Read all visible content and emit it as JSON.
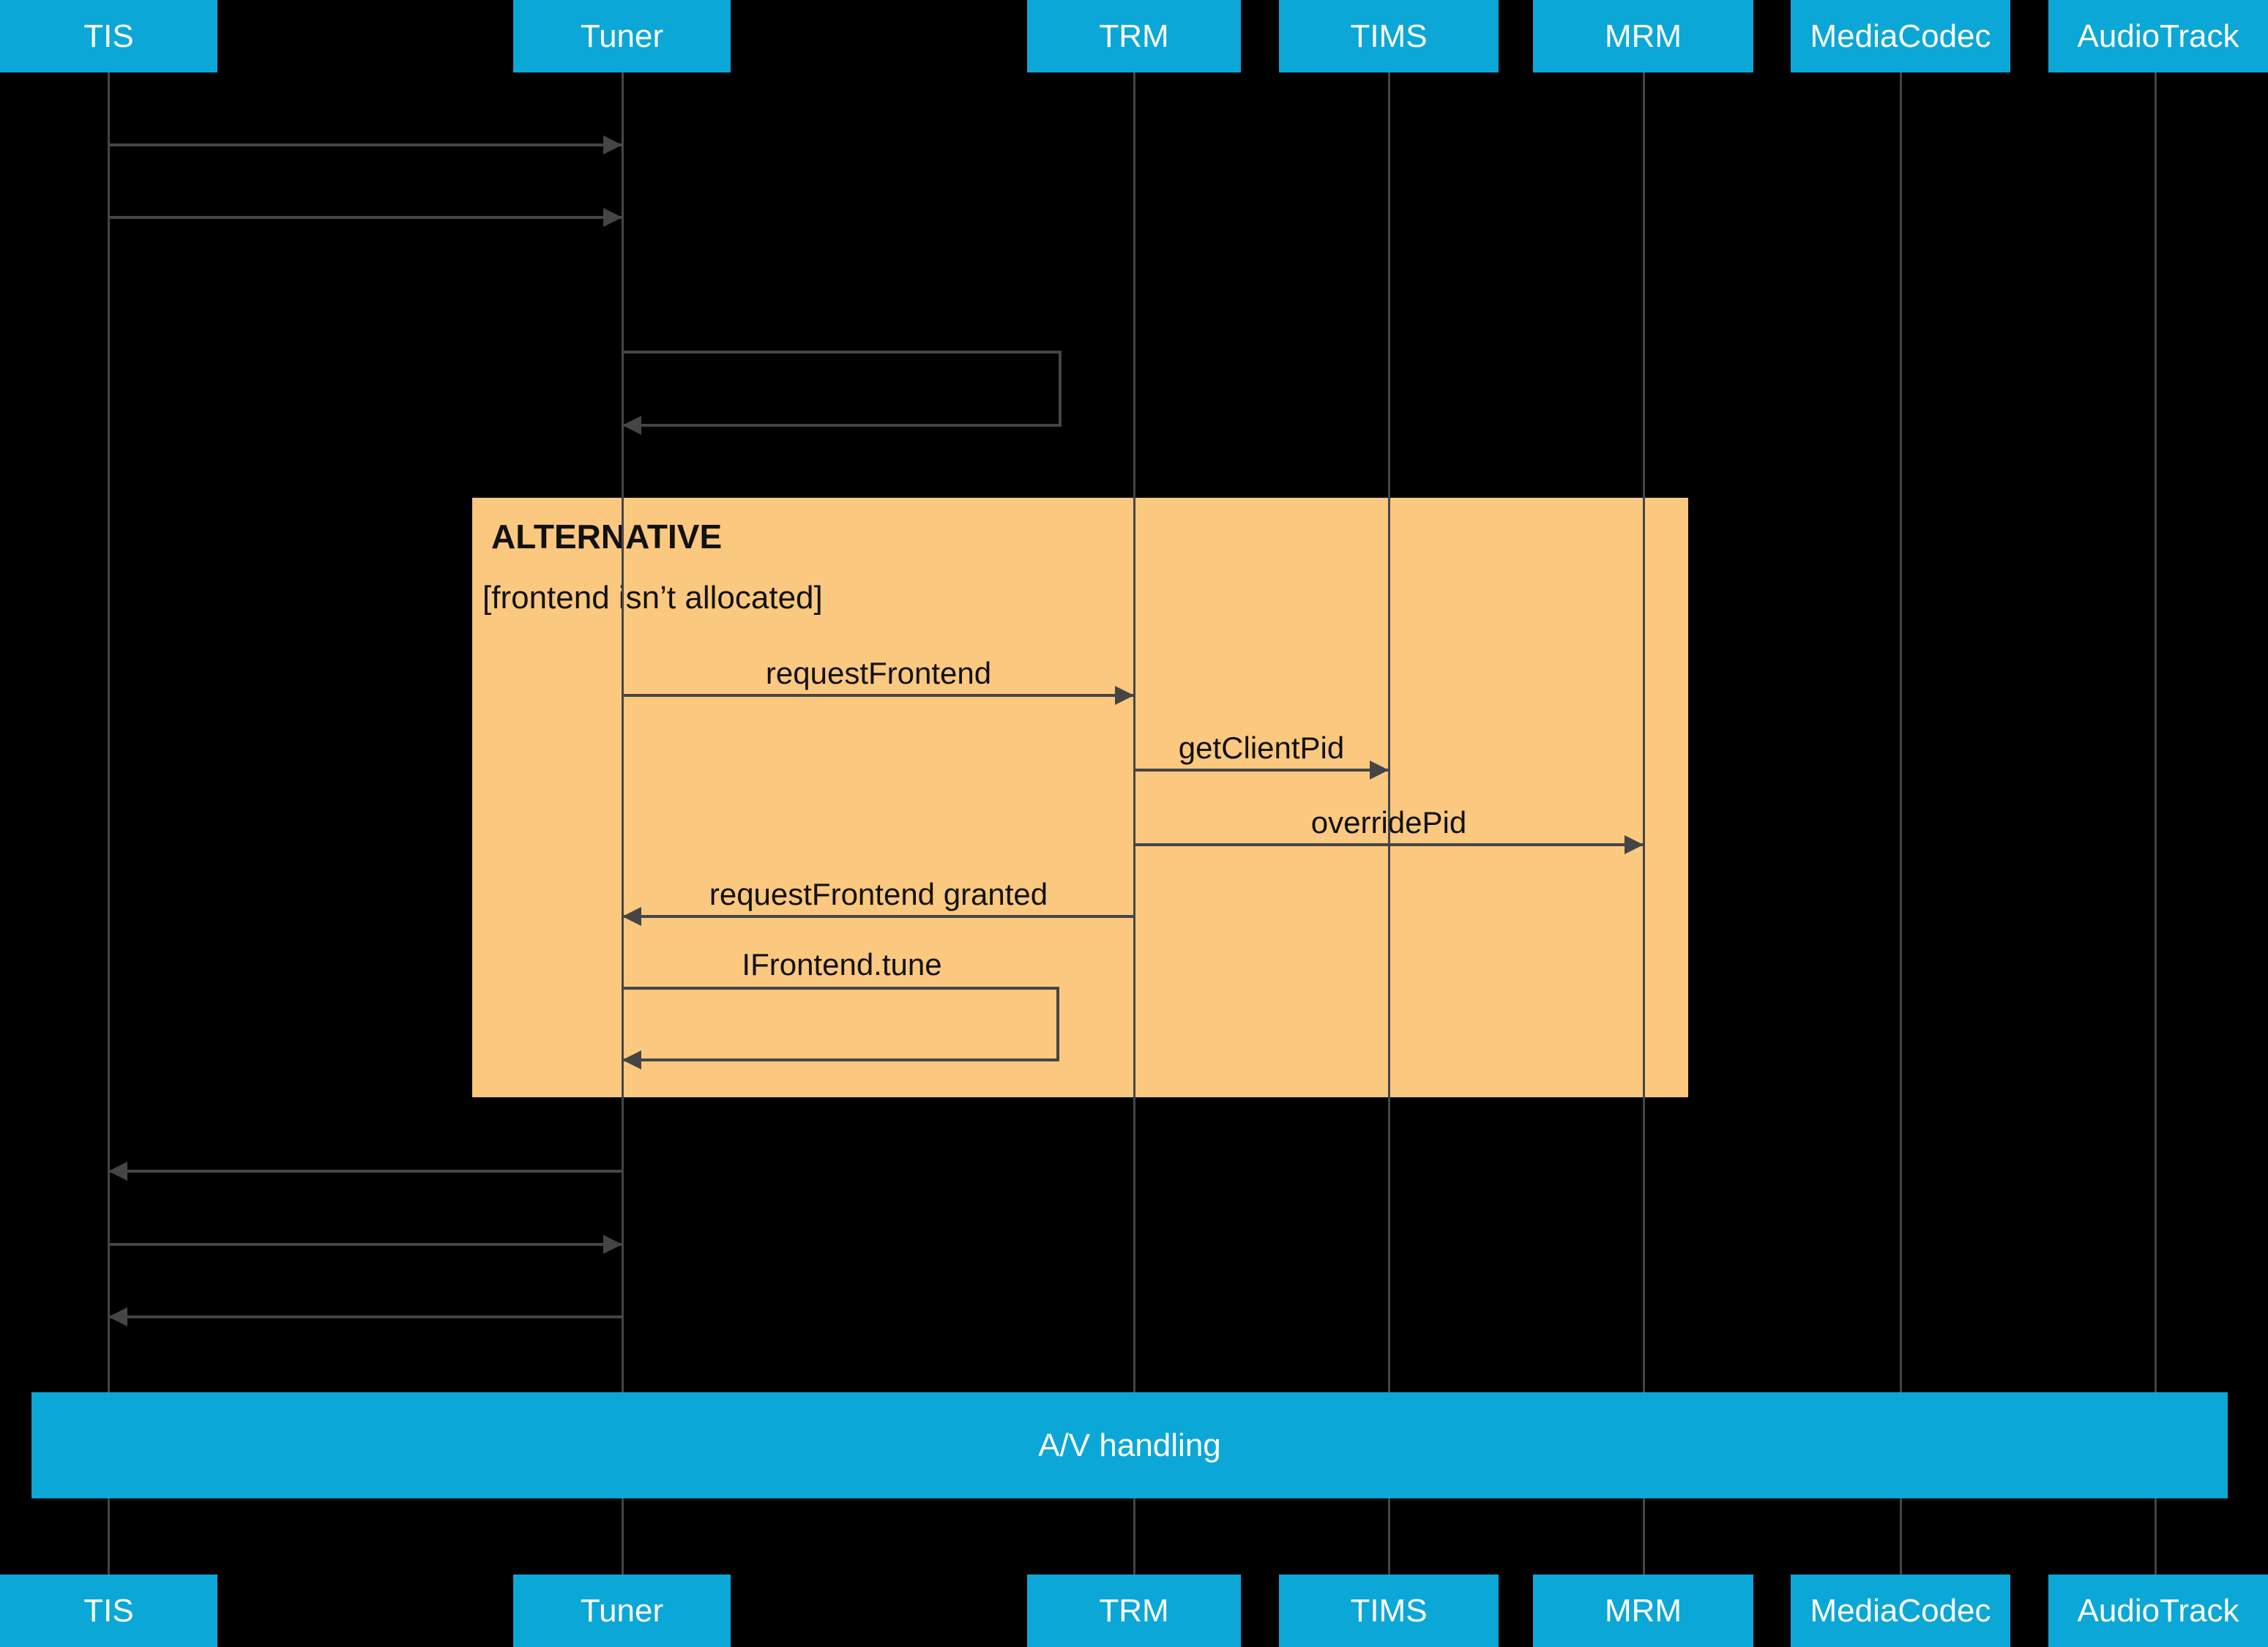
{
  "diagram": {
    "participants": [
      {
        "id": "tis",
        "label": "TIS"
      },
      {
        "id": "tuner",
        "label": "Tuner"
      },
      {
        "id": "trm",
        "label": "TRM"
      },
      {
        "id": "tims",
        "label": "TIMS"
      },
      {
        "id": "mrm",
        "label": "MRM"
      },
      {
        "id": "mediacodec",
        "label": "MediaCodec"
      },
      {
        "id": "audiotrack",
        "label": "AudioTrack"
      }
    ],
    "alt_block": {
      "title": "ALTERNATIVE",
      "guard": "[frontend isn’t allocated]"
    },
    "messages": {
      "request_frontend": "requestFrontend",
      "get_client_pid": "getClientPid",
      "override_pid": "overridePid",
      "request_frontend_granted": "requestFrontend granted",
      "ifrontend_tune": "IFrontend.tune"
    },
    "av_bar": {
      "label": "A/V handling"
    },
    "colors": {
      "participant": "#0BA7D6",
      "participant_text": "#FFFFFF",
      "alt_bg": "#FBC87F",
      "line": "#454545",
      "label_text": "#111111",
      "background": "#000000"
    }
  }
}
